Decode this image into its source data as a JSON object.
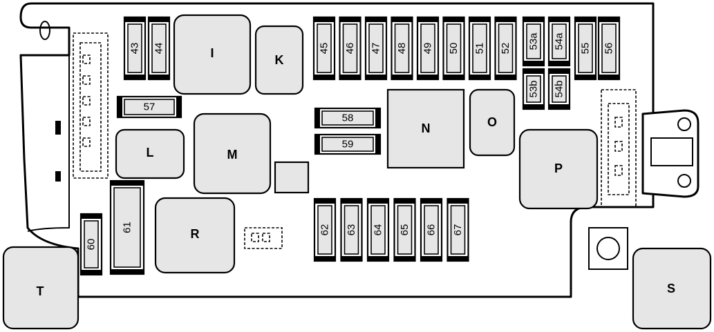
{
  "relays": {
    "I": "I",
    "K": "K",
    "L": "L",
    "M": "M",
    "N": "N",
    "O": "O",
    "P": "P",
    "R": "R",
    "S": "S",
    "T": "T"
  },
  "fuses": {
    "f43": "43",
    "f44": "44",
    "f45": "45",
    "f46": "46",
    "f47": "47",
    "f48": "48",
    "f49": "49",
    "f50": "50",
    "f51": "51",
    "f52": "52",
    "f53a": "53a",
    "f53b": "53b",
    "f54a": "54a",
    "f54b": "54b",
    "f55": "55",
    "f56": "56",
    "f57": "57",
    "f58": "58",
    "f59": "59",
    "f60": "60",
    "f61": "61",
    "f62": "62",
    "f63": "63",
    "f64": "64",
    "f65": "65",
    "f66": "66",
    "f67": "67"
  },
  "colors": {
    "line": "#000000",
    "fill": "#e6e6e6",
    "background": "#ffffff"
  }
}
